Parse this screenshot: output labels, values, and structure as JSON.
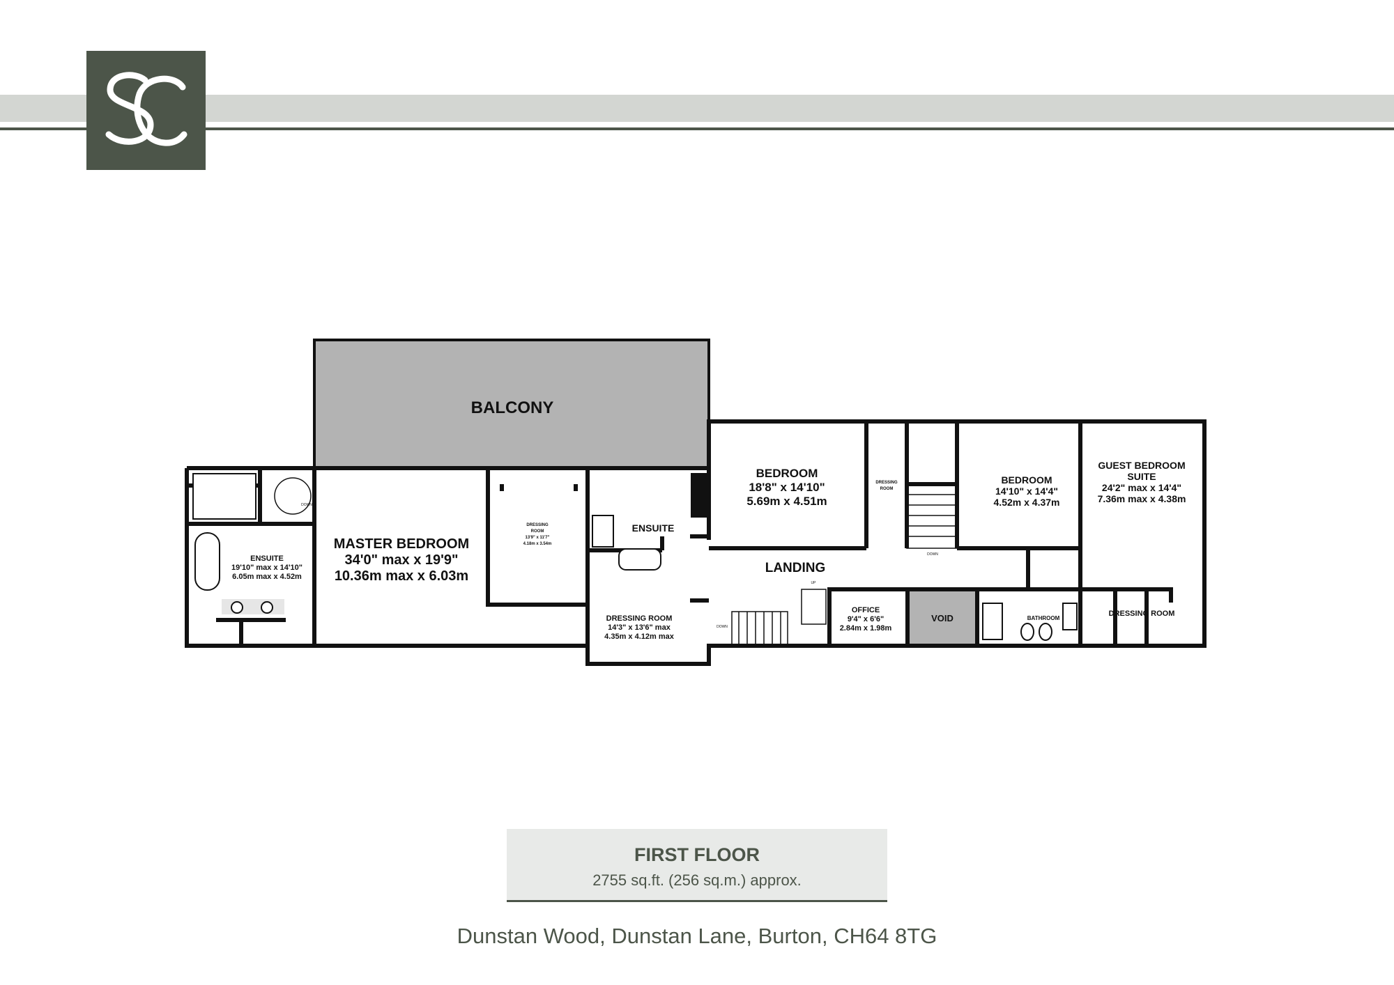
{
  "brand": {
    "logo_text": "SC",
    "color": "#4c5549",
    "band_color": "#d3d6d2"
  },
  "plan": {
    "balcony": "BALCONY",
    "master_bedroom": {
      "name": "MASTER BEDROOM",
      "imperial": "34'0\" max x 19'9\"",
      "metric": "10.36m max x 6.03m"
    },
    "ensuite_left": {
      "name": "ENSUITE",
      "imperial": "19'10\" max x 14'10\"",
      "metric": "6.05m max x 4.52m"
    },
    "dressing_room_small": {
      "name1": "DRESSING",
      "name2": "ROOM",
      "imperial": "13'9\" x 11'7\"",
      "metric": "4.18m x 3.54m"
    },
    "ensuite_mid": "ENSUITE",
    "dressing_room_2": {
      "name": "DRESSING ROOM",
      "imperial": "14'3\" x 13'6\" max",
      "metric": "4.35m x 4.12m max"
    },
    "bedroom_1": {
      "name": "BEDROOM",
      "imperial": "18'8\" x 14'10\"",
      "metric": "5.69m x 4.51m"
    },
    "dressing_room_tiny": {
      "name1": "DRESSING",
      "name2": "ROOM"
    },
    "landing": "LANDING",
    "bedroom_2": {
      "name": "BEDROOM",
      "imperial": "14'10\" x 14'4\"",
      "metric": "4.52m x 4.37m"
    },
    "guest_suite": {
      "name1": "GUEST BEDROOM",
      "name2": "SUITE",
      "imperial": "24'2\" max x 14'4\"",
      "metric": "7.36m max x 4.38m"
    },
    "office": {
      "name": "OFFICE",
      "imperial": "9'4\" x 6'6\"",
      "metric": "2.84m x 1.98m"
    },
    "void": "VOID",
    "bathroom": "BATHROOM",
    "dressing_room_3": "DRESSING ROOM",
    "stair_down": "DOWN",
    "stair_up": "UP"
  },
  "footer": {
    "title": "FIRST FLOOR",
    "area": "2755 sq.ft. (256 sq.m.) approx."
  },
  "address": "Dunstan Wood, Dunstan Lane, Burton, CH64 8TG"
}
